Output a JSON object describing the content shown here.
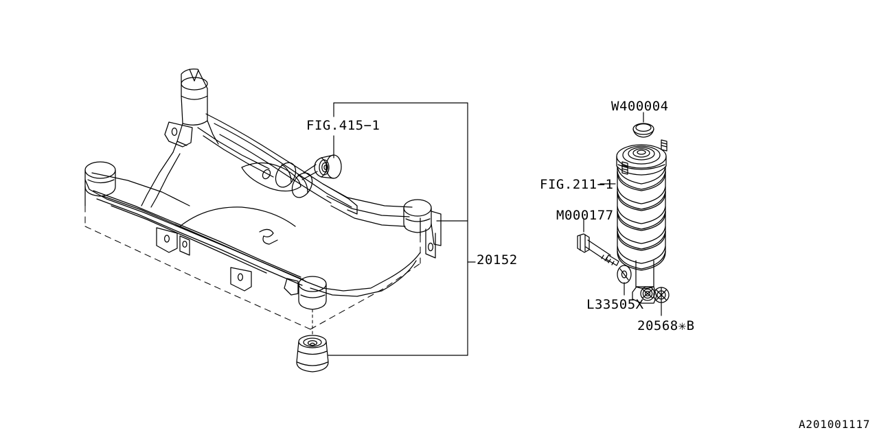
{
  "drawing": {
    "number": "A201001117",
    "title_subject": "rear-suspension-crossmember-and-strut",
    "background_color": "#ffffff",
    "line_color": "#000000"
  },
  "callouts": [
    {
      "id": "fig415",
      "text": "FIG.415−1",
      "kind": "figure-reference",
      "target": "upper-subframe-bushing"
    },
    {
      "id": "part20152",
      "text": "20152",
      "kind": "part-number",
      "target": "rear-suspension-crossmember"
    },
    {
      "id": "w400004",
      "text": "W400004",
      "kind": "part-number",
      "target": "strut-mount-cap"
    },
    {
      "id": "fig211",
      "text": "FIG.211−1",
      "kind": "figure-reference",
      "target": "coil-spring-strut-assembly"
    },
    {
      "id": "m000177",
      "text": "M000177",
      "kind": "part-number",
      "target": "strut-mounting-bolt"
    },
    {
      "id": "l33505x",
      "text": "L33505X",
      "kind": "part-number",
      "target": "strut-bolt-washer"
    },
    {
      "id": "p20568b",
      "text": "20568✳B",
      "kind": "part-number",
      "target": "strut-mounting-nut"
    }
  ],
  "components": [
    {
      "id": "crossmember",
      "name": "rear suspension crossmember",
      "view": "isometric"
    },
    {
      "id": "upper-bushing",
      "name": "crossmember bushing (upper right)"
    },
    {
      "id": "lower-bushing",
      "name": "crossmember bushing (exploded, lower)"
    },
    {
      "id": "strut",
      "name": "coil over strut assembly"
    },
    {
      "id": "mount-cap",
      "name": "strut mount cap"
    },
    {
      "id": "bolt",
      "name": "hex flange bolt"
    },
    {
      "id": "washer",
      "name": "plain washer"
    },
    {
      "id": "nut",
      "name": "flange nut"
    }
  ]
}
